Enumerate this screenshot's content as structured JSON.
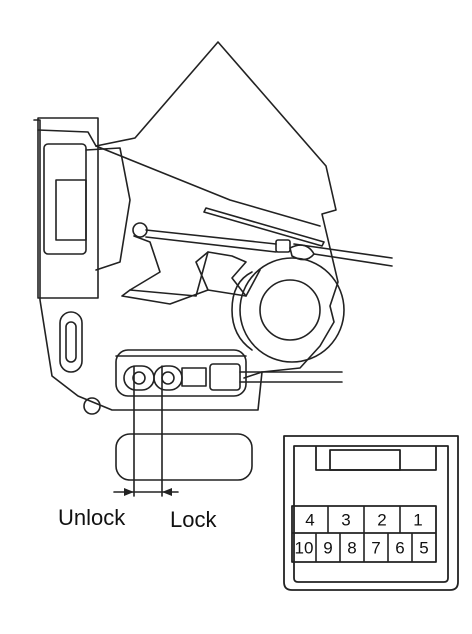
{
  "labels": {
    "unlock": "Unlock",
    "lock": "Lock"
  },
  "connector": {
    "top_row": [
      "4",
      "3",
      "2",
      "1"
    ],
    "bottom_row": [
      "10",
      "9",
      "8",
      "7",
      "6",
      "5"
    ]
  }
}
